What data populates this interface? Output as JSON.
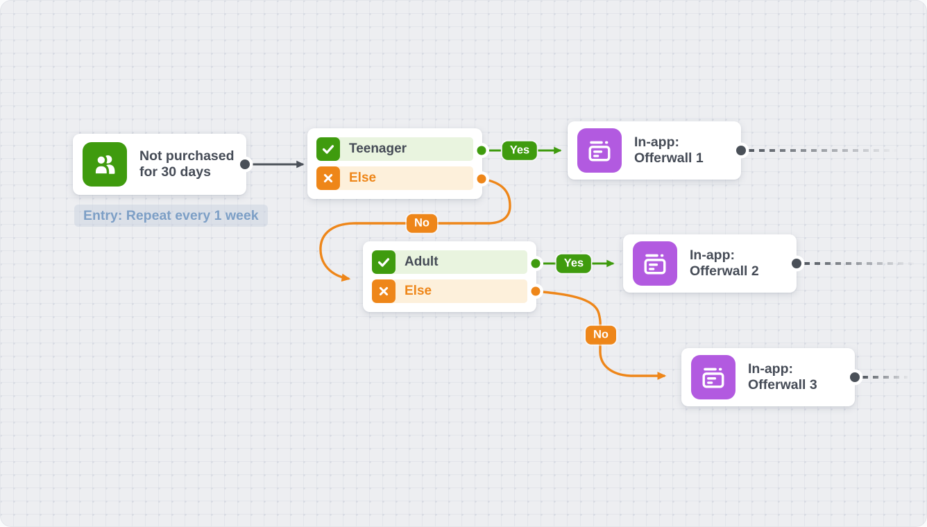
{
  "audience_node": {
    "title": "Not purchased for 30 days",
    "icon": "users-icon",
    "entry_label": "Entry: Repeat every 1 week"
  },
  "decision_nodes": [
    {
      "rows": [
        {
          "label": "Teenager",
          "result": "match",
          "icon": "check-icon"
        },
        {
          "label": "Else",
          "result": "else",
          "icon": "cross-icon"
        }
      ]
    },
    {
      "rows": [
        {
          "label": "Adult",
          "result": "match",
          "icon": "check-icon"
        },
        {
          "label": "Else",
          "result": "else",
          "icon": "cross-icon"
        }
      ]
    }
  ],
  "action_nodes": [
    {
      "line1": "In-app:",
      "line2": "Offerwall 1",
      "icon": "in-app-message-icon"
    },
    {
      "line1": "In-app:",
      "line2": "Offerwall 2",
      "icon": "in-app-message-icon"
    },
    {
      "line1": "In-app:",
      "line2": "Offerwall 3",
      "icon": "in-app-message-icon"
    }
  ],
  "edge_labels": {
    "yes1": "Yes",
    "no1": "No",
    "yes2": "Yes",
    "no2": "No"
  },
  "colors": {
    "green": "#3f9b0e",
    "green_row_bg": "#e9f4df",
    "orange": "#ee8619",
    "orange_row_bg": "#fdf0db",
    "purple": "#b25ae0",
    "slate_connector": "#4a5058",
    "text_dark": "#454b56",
    "entry_text": "#7d9fc6",
    "canvas_bg": "#edeef1",
    "card_bg": "#ffffff"
  }
}
